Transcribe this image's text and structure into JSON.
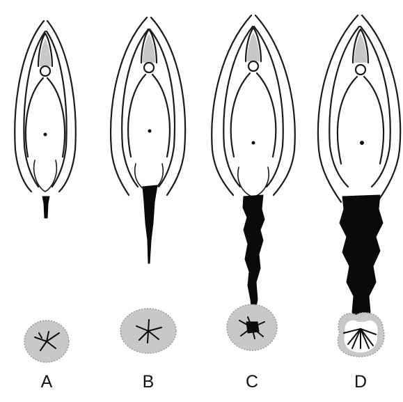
{
  "figure": {
    "panels": [
      {
        "label": "A",
        "tear_level": 1
      },
      {
        "label": "B",
        "tear_level": 2
      },
      {
        "label": "C",
        "tear_level": 3
      },
      {
        "label": "D",
        "tear_level": 4
      }
    ]
  },
  "colors": {
    "outline": "#1a1a1a",
    "tear": "#0a0a0a",
    "ring": "#c8c8c8",
    "background": "#ffffff"
  }
}
